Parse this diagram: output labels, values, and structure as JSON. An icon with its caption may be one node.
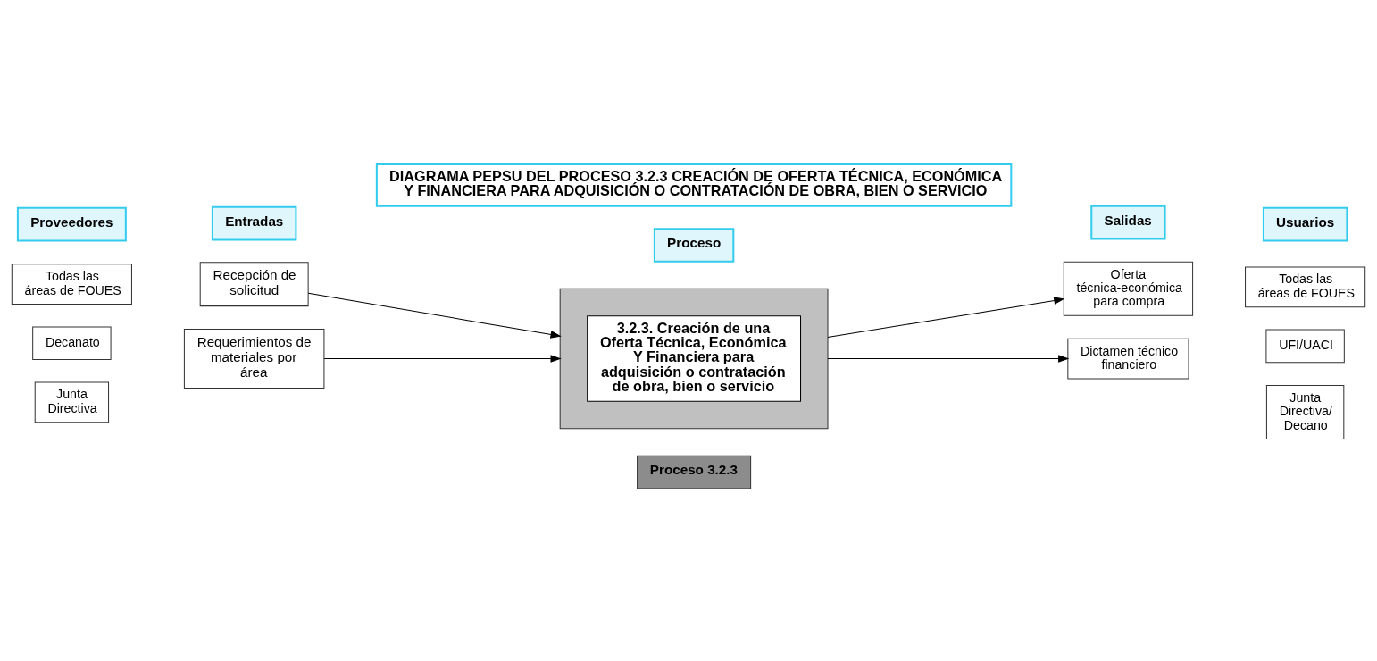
{
  "diagram": {
    "nodes": [
      {
        "text": [
          "DIAGRAMA PEPSU DEL PROCESO 3.2.3 CREACIÓN DE OFERTA TÉCNICA, ECONÓMICA Y FINANCIERA PARA ADQUISICIÓN O CONTRATACIÓN DE OBRA, BIEN O SERVICIO"
        ]
      },
      {
        "text": [
          "Proveedores"
        ]
      },
      {
        "text": [
          "Entradas"
        ]
      },
      {
        "text": [
          "Proceso"
        ]
      },
      {
        "text": [
          "Salidas"
        ]
      },
      {
        "text": [
          "Usuarios"
        ]
      },
      {
        "text": [
          "Proceso 3.2.3"
        ]
      },
      {
        "text": [
          "Todas las áreas de FOUES"
        ]
      },
      {
        "text": [
          "Decanato"
        ]
      },
      {
        "text": [
          "Junta Directiva"
        ]
      },
      {
        "text": [
          "Recepción de solicitud"
        ]
      },
      {
        "text": [
          "Requerimientos de materiales por área"
        ]
      },
      {
        "text": [],
        "shape": "box"
      },
      {
        "text": [
          "3.2.3. Creación de una Oferta Técnica, Económica Y Financiera para adquisición o contratación de obra, bien o servicio"
        ],
        "in": 12
      },
      {
        "text": [
          "Oferta técnica-económica para compra"
        ]
      },
      {
        "text": [
          "Dictamen técnico financiero"
        ]
      },
      {
        "text": [
          "Todas las áreas de FOUES"
        ]
      },
      {
        "text": [
          "UFI/UACI"
        ]
      },
      {
        "text": [
          "Junta Directiva/ Decano"
        ]
      }
    ],
    "edges": [
      {
        "from": 10,
        "to": 12,
        "arrow": "to"
      },
      {
        "from": 11,
        "to": 12,
        "arrow": "to"
      },
      {
        "from": 12,
        "to": 14,
        "arrow": "to"
      },
      {
        "from": 12,
        "to": 15,
        "arrow": "to"
      }
    ]
  }
}
